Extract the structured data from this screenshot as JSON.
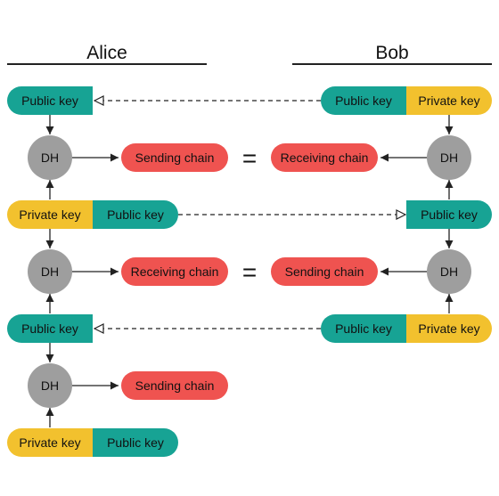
{
  "header": {
    "left": "Alice",
    "right": "Bob"
  },
  "colors": {
    "public_key": "#17a394",
    "private_key": "#f2c12e",
    "chain": "#ef5350",
    "dh": "#9e9e9e",
    "line": "#222222"
  },
  "labels": {
    "public_key": "Public key",
    "private_key": "Private key",
    "dh": "DH",
    "sending_chain": "Sending chain",
    "receiving_chain": "Receiving chain",
    "equals": "="
  }
}
